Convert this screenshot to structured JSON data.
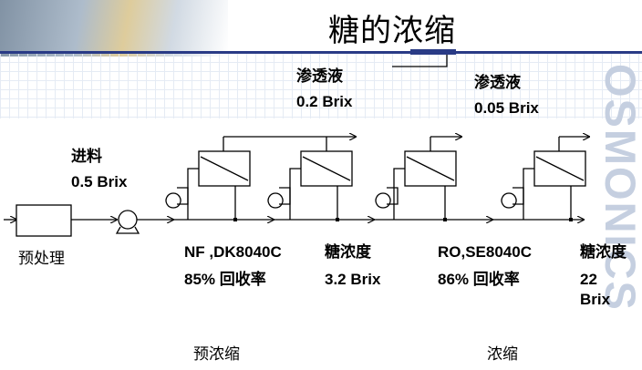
{
  "title": "糖的浓缩",
  "watermark": "OSMONICS",
  "permeate_1": {
    "label": "渗透液",
    "value": "0.2 Brix"
  },
  "permeate_2": {
    "label": "渗透液",
    "value": "0.05 Brix"
  },
  "feed": {
    "label": "进料",
    "value": "0.5 Brix"
  },
  "pretreatment": "预处理",
  "stage_1": {
    "membrane": "NF ,DK8040C",
    "recovery": "85% 回收率",
    "caption": "预浓缩"
  },
  "conc_1": {
    "label": "糖浓度",
    "value": "3.2 Brix"
  },
  "stage_2": {
    "membrane": "RO,SE8040C",
    "recovery": "86% 回收率",
    "caption": "浓缩"
  },
  "conc_2": {
    "label": "糖浓度",
    "value_line1": "22",
    "value_line2": "Brix"
  }
}
